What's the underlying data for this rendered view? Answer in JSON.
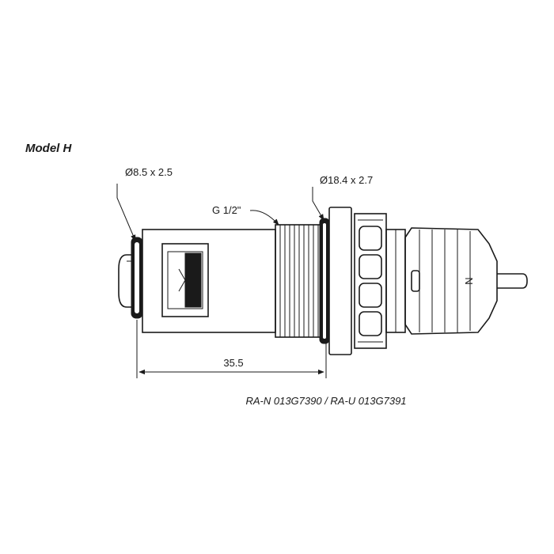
{
  "title": "Model H",
  "labels": {
    "oring_small": "Ø8.5 x 2.5",
    "oring_large": "Ø18.4 x 2.7",
    "thread": "G 1/2\"",
    "length": "35.5",
    "insert_letter": "N"
  },
  "caption": "RA-N 013G7390 / RA-U 013G7391"
}
